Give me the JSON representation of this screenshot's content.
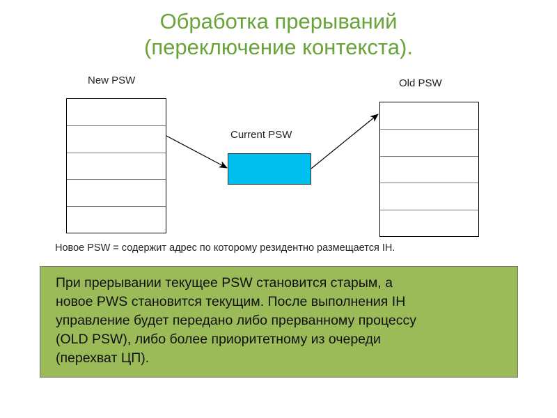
{
  "slide": {
    "title_line1": "Обработка прерываний",
    "title_line2": "(переключение контекста)."
  },
  "diagram": {
    "new_psw_label": "New PSW",
    "old_psw_label": "Old PSW",
    "current_psw_label": "Current PSW",
    "new_psw_cells": 5,
    "old_psw_cells": 5
  },
  "note": "Новое PSW = содержит адрес по которому резидентно размещается IH.",
  "explanation": {
    "lines": [
      "При прерывании текущее PSW становится старым, а",
      "новое PWS становится текущим. После выполнения IH",
      "управление будет передано либо прерванному процессу",
      "(OLD PSW), либо более приоритетному из очереди",
      "(перехват ЦП)."
    ]
  },
  "colors": {
    "title": "#6aa33a",
    "current_psw_fill": "#00c0f0",
    "textbox_fill": "#9bbb59"
  }
}
